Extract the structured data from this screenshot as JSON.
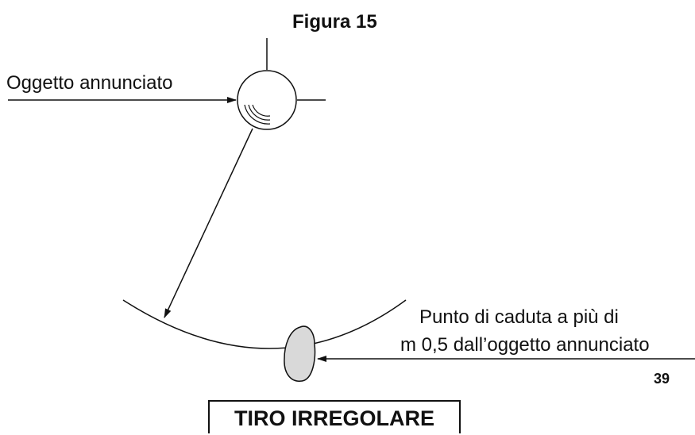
{
  "figure": {
    "title": "Figura 15",
    "object_label": "Oggetto annunciato",
    "impact_label_line1": "Punto di caduta a più di",
    "impact_label_line2": "m 0,5 dall’oggetto annunciato",
    "page_number": "39",
    "verdict": "TIRO IRREGOLARE"
  },
  "colors": {
    "ink": "#111111",
    "impact_fill": "#d9d9d9",
    "background": "#ffffff"
  }
}
